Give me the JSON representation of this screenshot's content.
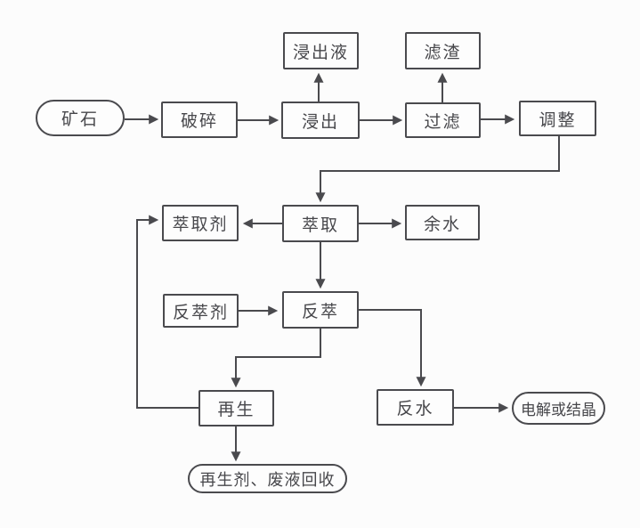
{
  "diagram": {
    "type": "flowchart",
    "subject": "hydrometallurgy-extraction-process",
    "background_color": "#fcfcfc",
    "line_color": "#4a4a4e",
    "text_color": "#47474b",
    "nodes": {
      "ore": {
        "label": "矿石",
        "shape": "stadium"
      },
      "crush": {
        "label": "破碎",
        "shape": "rect"
      },
      "leach": {
        "label": "浸出",
        "shape": "rect"
      },
      "leachate": {
        "label": "浸出液",
        "shape": "rect"
      },
      "filter": {
        "label": "过滤",
        "shape": "rect"
      },
      "residue": {
        "label": "滤渣",
        "shape": "rect"
      },
      "adjust": {
        "label": "调整",
        "shape": "rect"
      },
      "extractant": {
        "label": "萃取剂",
        "shape": "rect"
      },
      "extract": {
        "label": "萃取",
        "shape": "rect"
      },
      "surplus_water": {
        "label": "余水",
        "shape": "rect"
      },
      "strip_agent": {
        "label": "反萃剂",
        "shape": "rect"
      },
      "strip": {
        "label": "反萃",
        "shape": "rect"
      },
      "regen": {
        "label": "再生",
        "shape": "rect"
      },
      "back_water": {
        "label": "反水",
        "shape": "rect"
      },
      "electrolysis": {
        "label": "电解或结晶",
        "shape": "stadium"
      },
      "recovery": {
        "label": "再生剂、废液回收",
        "shape": "stadium"
      }
    },
    "edges": [
      {
        "from": "ore",
        "to": "crush"
      },
      {
        "from": "crush",
        "to": "leach"
      },
      {
        "from": "leach",
        "to": "leachate"
      },
      {
        "from": "leach",
        "to": "filter"
      },
      {
        "from": "filter",
        "to": "residue"
      },
      {
        "from": "filter",
        "to": "adjust"
      },
      {
        "from": "adjust",
        "to": "extract"
      },
      {
        "from": "extract",
        "to": "extractant"
      },
      {
        "from": "extract",
        "to": "surplus_water"
      },
      {
        "from": "extract",
        "to": "strip"
      },
      {
        "from": "strip_agent",
        "to": "strip"
      },
      {
        "from": "strip",
        "to": "regen"
      },
      {
        "from": "strip",
        "to": "back_water"
      },
      {
        "from": "regen",
        "to": "extractant"
      },
      {
        "from": "regen",
        "to": "recovery"
      },
      {
        "from": "back_water",
        "to": "electrolysis"
      }
    ]
  }
}
